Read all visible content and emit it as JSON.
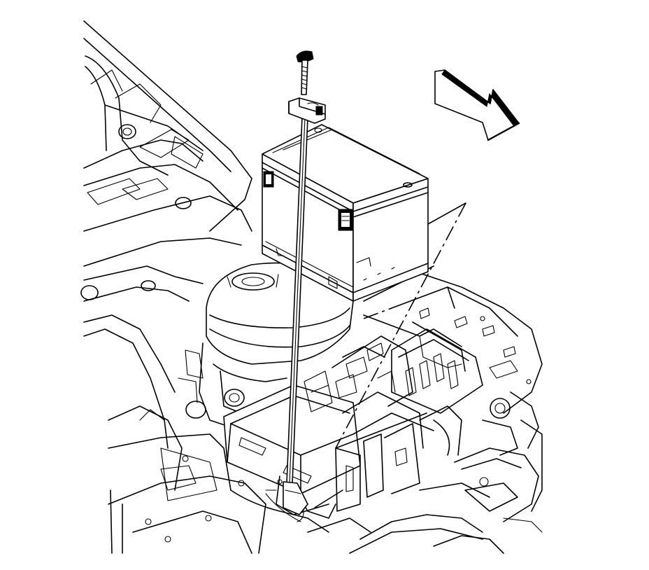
{
  "diagram": {
    "type": "exploded-view line illustration",
    "colors": {
      "line": "#000000",
      "background": "#ffffff"
    },
    "parts": [
      {
        "name": "battery"
      },
      {
        "name": "hold-down-retainer"
      },
      {
        "name": "retainer-bolt"
      },
      {
        "name": "battery-tray"
      },
      {
        "name": "front-direction-arrow",
        "icon": "arrow-icon"
      }
    ]
  }
}
